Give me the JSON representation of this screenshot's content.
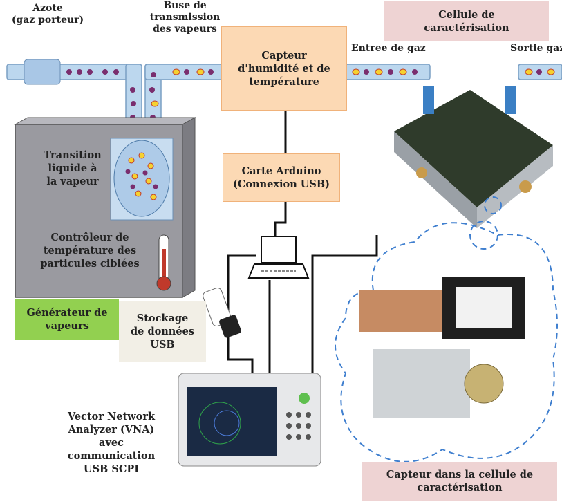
{
  "labels": {
    "azote": "Azote\n(gaz porteur)",
    "buse": "Buse de\ntransmission\ndes vapeurs",
    "entree": "Entree de gaz",
    "sortie": "Sortie gaz"
  },
  "boxes": {
    "cellule": "Cellule de\ncaractérisation",
    "capteur_humidite": "Capteur\nd'humidité et de\ntempérature",
    "arduino": "Carte Arduino\n(Connexion USB)",
    "transition": "Transition\nliquide à\nla vapeur",
    "controleur": "Contrôleur de\ntempérature des\nparticules ciblées",
    "generateur": "Générateur de\nvapeurs",
    "stockage": "Stockage\nde données\nUSB",
    "vna": "Vector Network\nAnalyzer (VNA)\navec\ncommunication\nUSB SCPI",
    "capteur_cellule": "Capteur dans la cellule de\ncaractérisation"
  },
  "colors": {
    "orange_box": "#fcd9b4",
    "pink_box": "#eed3d3",
    "green_box": "#92d050",
    "pipe": "#bcd7ee",
    "dashed_cloud": "#3f7fcf"
  }
}
